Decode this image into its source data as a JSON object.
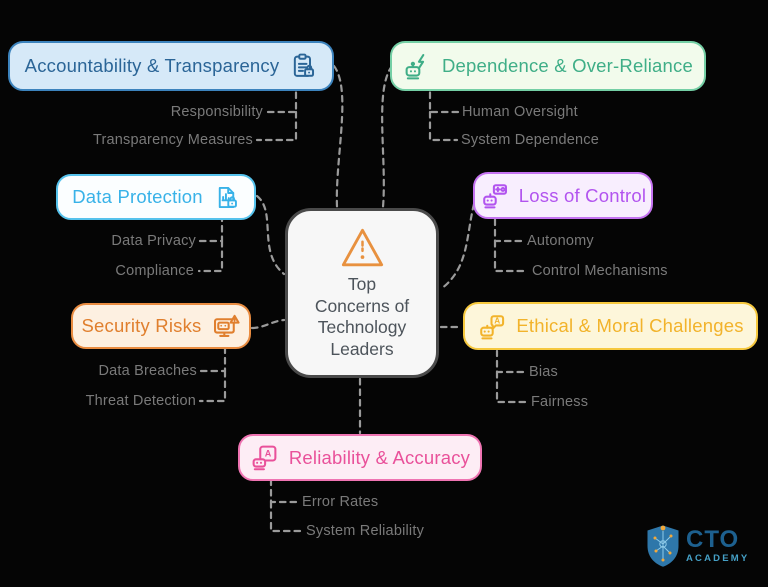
{
  "diagram": {
    "center": {
      "icon": "warning-triangle-icon",
      "lines": [
        "Top",
        "Concerns of",
        "Technology",
        "Leaders"
      ]
    },
    "branches": [
      {
        "label": "Accountability & Transparency",
        "icon": "clipboard-lock-icon",
        "children": [
          "Responsibility",
          "Transparency Measures"
        ],
        "text_color": "#2b6597",
        "border_color": "#3c83bd",
        "fill_color": "#d6e9f8"
      },
      {
        "label": "Dependence & Over-Reliance",
        "icon": "robot-lightning-icon",
        "children": [
          "Human Oversight",
          "System Dependence"
        ],
        "text_color": "#3fae87",
        "border_color": "#74cfa5",
        "fill_color": "#f2fbec"
      },
      {
        "label": "Data Protection",
        "icon": "document-chart-lock-icon",
        "children": [
          "Data Privacy",
          "Compliance"
        ],
        "text_color": "#38b2e8",
        "border_color": "#55c2ec",
        "fill_color": "#fbfeff"
      },
      {
        "label": "Loss of Control",
        "icon": "robot-control-panel-icon",
        "children": [
          "Autonomy",
          "Control Mechanisms"
        ],
        "text_color": "#b254ef",
        "border_color": "#c573f1",
        "fill_color": "#f8eefe"
      },
      {
        "label": "Security Risks",
        "icon": "monitor-warning-icon",
        "children": [
          "Data Breaches",
          "Threat Detection"
        ],
        "text_color": "#e07f2e",
        "border_color": "#e98c41",
        "fill_color": "#fdf0e1"
      },
      {
        "label": "Ethical & Moral Challenges",
        "icon": "robot-speech-a-icon",
        "children": [
          "Bias",
          "Fairness"
        ],
        "text_color": "#f2b32b",
        "border_color": "#f6c83e",
        "fill_color": "#fdf6da"
      },
      {
        "label": "Reliability & Accuracy",
        "icon": "robot-bubble-a-icon",
        "children": [
          "Error Rates",
          "System Reliability"
        ],
        "text_color": "#e9519a",
        "border_color": "#ef74b2",
        "fill_color": "#fdedf5"
      }
    ],
    "palette": {
      "background": "#050505",
      "connector": "#9b9b9b",
      "subtopic_text": "#7a7a7a",
      "center_fill": "#f7f7f7",
      "center_border": "#4a4a4a",
      "center_text": "#4d545b",
      "center_icon": "#e8913f"
    }
  },
  "logo": {
    "title": "CTO",
    "subtitle": "ACADEMY",
    "shield_color": "#2e77aa",
    "accent_color": "#f2a93b",
    "title_color": "#1d608f",
    "subtitle_color": "#45a0c6"
  }
}
